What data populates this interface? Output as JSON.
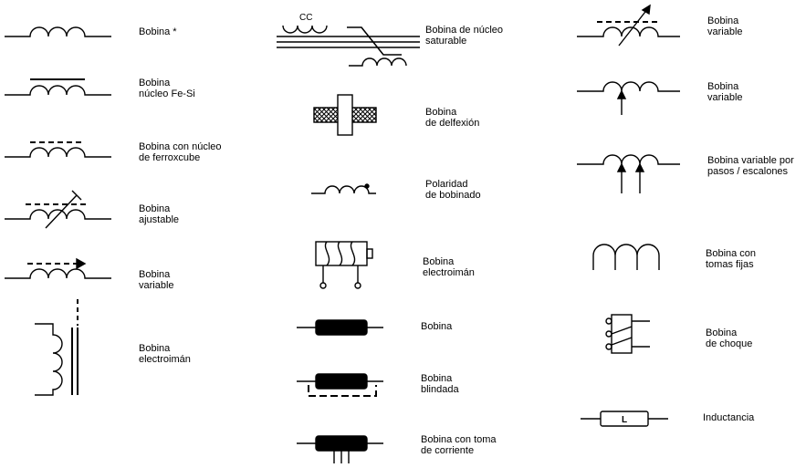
{
  "colors": {
    "line": "#000000",
    "hatch_fill": "#ffffff",
    "background": "#ffffff"
  },
  "symbols": [
    {
      "id": "bobina",
      "lines": [
        "Bobina  *"
      ]
    },
    {
      "id": "bobina-nucleo-fe-si",
      "lines": [
        "Bobina",
        "núcleo Fe-Si"
      ]
    },
    {
      "id": "bobina-ferroxcube",
      "lines": [
        "Bobina con núcleo",
        "de ferroxcube"
      ]
    },
    {
      "id": "bobina-ajustable",
      "lines": [
        "Bobina",
        "ajustable"
      ]
    },
    {
      "id": "bobina-variable-arrow",
      "lines": [
        "Bobina",
        "variable"
      ]
    },
    {
      "id": "bobina-electroiman-core",
      "lines": [
        "Bobina",
        "electroimán"
      ]
    },
    {
      "id": "bobina-nucleo-saturable",
      "lines": [
        "Bobina de núcleo",
        "saturable"
      ],
      "extra_label": "CC"
    },
    {
      "id": "bobina-deflexion",
      "lines": [
        "Bobina",
        "de delfexión"
      ]
    },
    {
      "id": "polaridad-bobinado",
      "lines": [
        "Polaridad",
        "de bobinado"
      ]
    },
    {
      "id": "bobina-electroiman-box",
      "lines": [
        "Bobina",
        "electroimán"
      ]
    },
    {
      "id": "bobina-solid",
      "lines": [
        "Bobina"
      ]
    },
    {
      "id": "bobina-blindada",
      "lines": [
        "Bobina",
        "blindada"
      ]
    },
    {
      "id": "bobina-toma-corriente",
      "lines": [
        "Bobina con toma",
        "de corriente"
      ]
    },
    {
      "id": "bobina-variable-diag",
      "lines": [
        "Bobina",
        "variable"
      ]
    },
    {
      "id": "bobina-variable-tap",
      "lines": [
        "Bobina",
        "variable"
      ]
    },
    {
      "id": "bobina-variable-pasos",
      "lines": [
        "Bobina variable por",
        "pasos / escalones"
      ]
    },
    {
      "id": "bobina-tomas-fijas",
      "lines": [
        "Bobina con",
        "tomas fijas"
      ]
    },
    {
      "id": "bobina-choque",
      "lines": [
        "Bobina",
        "de choque"
      ]
    },
    {
      "id": "inductancia",
      "lines": [
        "Inductancia"
      ],
      "extra_label": "L"
    }
  ]
}
